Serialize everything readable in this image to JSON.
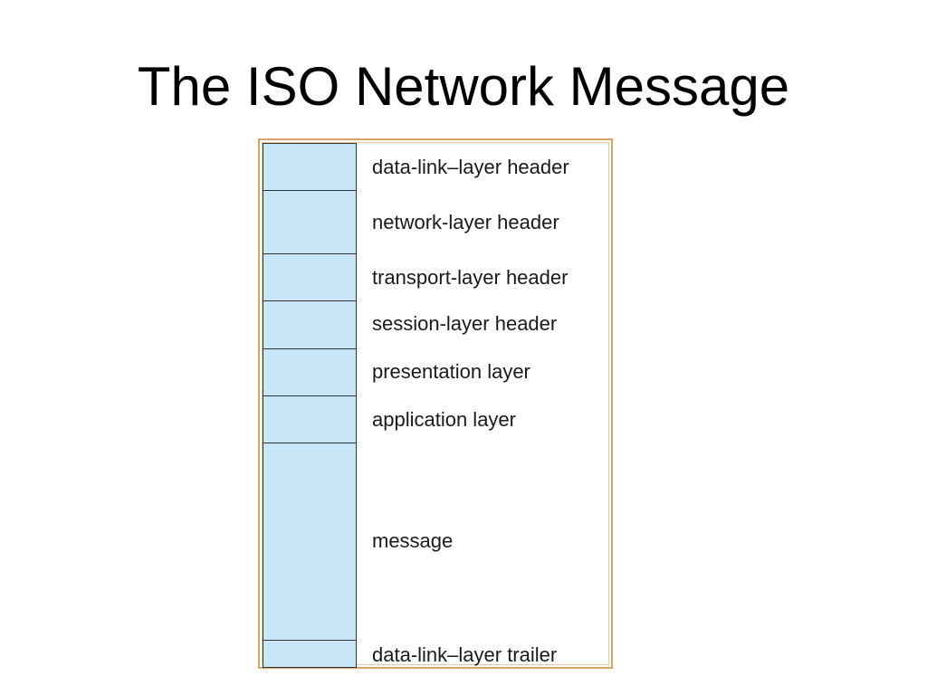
{
  "slide": {
    "title": "The ISO Network Message"
  },
  "diagram": {
    "layers": [
      {
        "label": "data-link–layer header"
      },
      {
        "label": "network-layer header"
      },
      {
        "label": "transport-layer header"
      },
      {
        "label": "session-layer header"
      },
      {
        "label": "presentation layer"
      },
      {
        "label": "application layer"
      },
      {
        "label": "message"
      },
      {
        "label": "data-link–layer trailer"
      }
    ],
    "colors": {
      "cell_fill": "#c7e6f7",
      "frame_border": "#d9a36a"
    }
  }
}
